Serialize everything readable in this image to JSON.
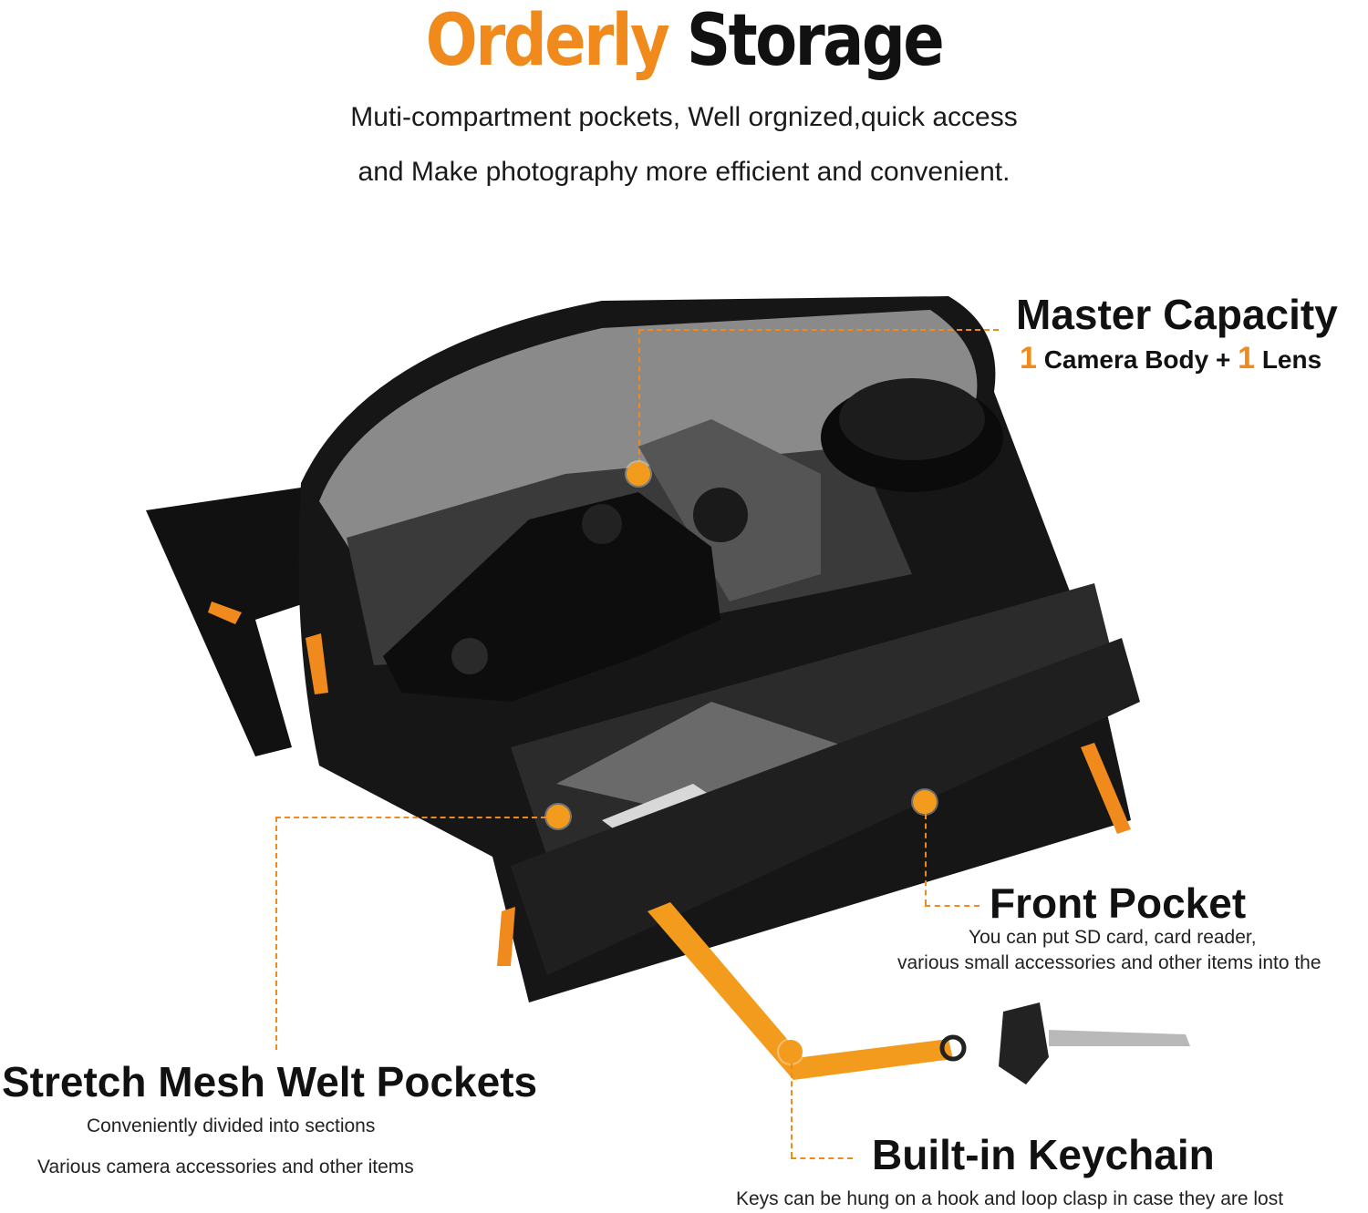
{
  "title": {
    "word1": "Orderly",
    "word2": "Storage"
  },
  "subtitle": {
    "line1": "Muti-compartment pockets, Well orgnized,quick access",
    "line2": "and Make photography more efficient and convenient."
  },
  "colors": {
    "accent": "#f08a1c",
    "text": "#111111",
    "background": "#ffffff"
  },
  "callouts": {
    "master": {
      "heading": "Master Capacity",
      "qty1": "1",
      "text1": "Camera Body +",
      "qty2": "1",
      "text2": "Lens"
    },
    "front": {
      "heading": "Front Pocket",
      "line1": "You can put SD card, card reader,",
      "line2": "various small accessories and other items into the"
    },
    "welt": {
      "heading": "Stretch Mesh Welt Pockets",
      "line1": "Conveniently divided into sections",
      "line2": "Various camera accessories and other items"
    },
    "keychain": {
      "heading": "Built-in Keychain",
      "line1": "Keys can be hung on a hook and loop clasp in case they are lost"
    }
  },
  "product_image": {
    "alt": "camera-sling-bag-photo"
  }
}
